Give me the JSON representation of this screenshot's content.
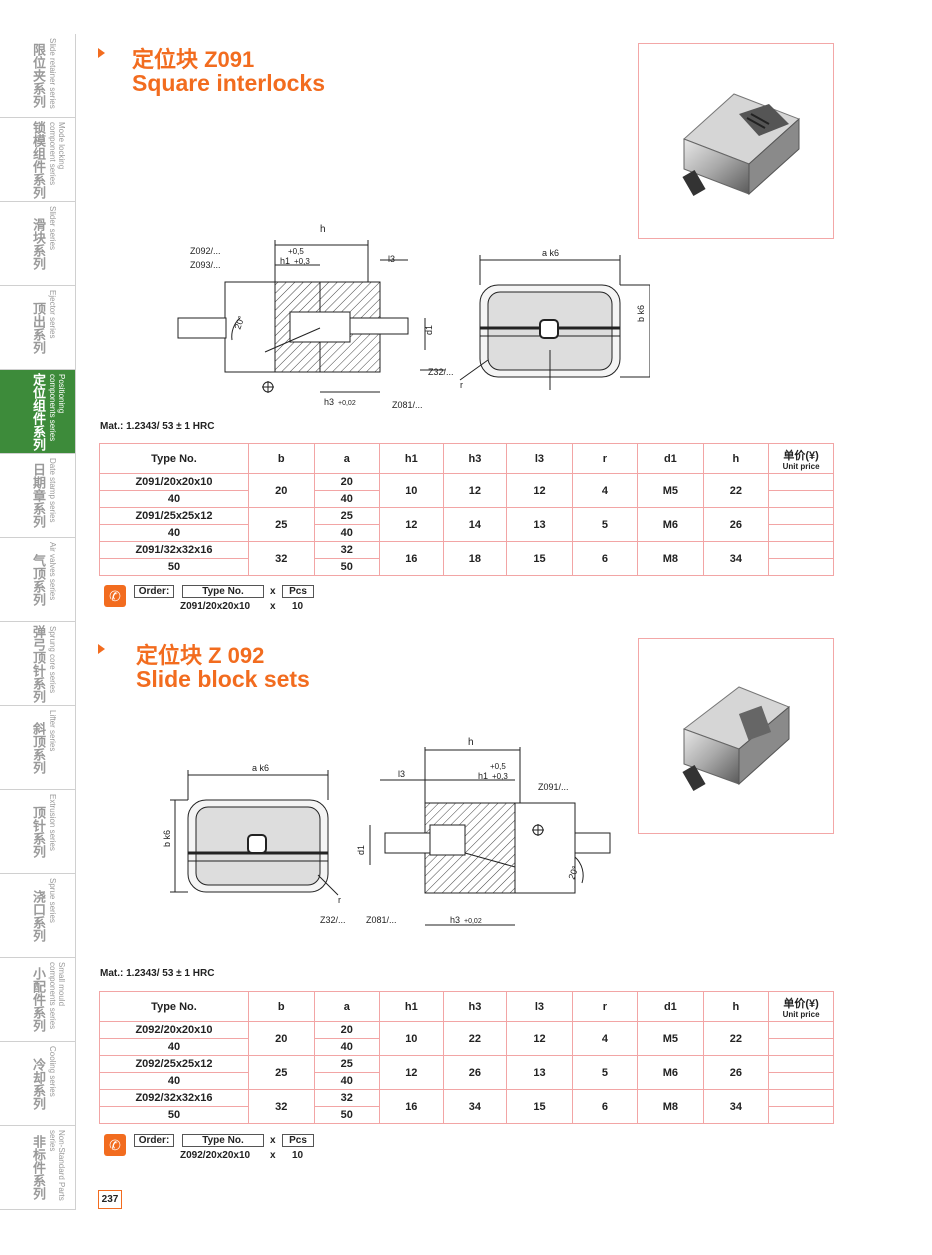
{
  "sidebar": [
    {
      "cn": "限位夹系列",
      "en": "Slide retainer series"
    },
    {
      "cn": "锁模组件系列",
      "en": "Mode locking component series"
    },
    {
      "cn": "滑块系列",
      "en": "Slider series"
    },
    {
      "cn": "顶出系列",
      "en": "Ejector series"
    },
    {
      "cn": "定位组件系列",
      "en": "Positioning components series"
    },
    {
      "cn": "日期章系列",
      "en": "Date stamp series"
    },
    {
      "cn": "气顶系列",
      "en": "Air valves series"
    },
    {
      "cn": "弹弓顶针系列",
      "en": "Sprung core series"
    },
    {
      "cn": "斜顶系列",
      "en": "Lifter series"
    },
    {
      "cn": "顶针系列",
      "en": "Extrusion series"
    },
    {
      "cn": "浇口系列",
      "en": "Sprue series"
    },
    {
      "cn": "小配件系列",
      "en": "Small mould components series"
    },
    {
      "cn": "冷却系列",
      "en": "Cooling series"
    },
    {
      "cn": "非标件系列",
      "en": "Non-Standard Parts series"
    }
  ],
  "colors": {
    "accent": "#f26c1f",
    "active_tab": "#3d8b3a",
    "grid": "#f2a5a5"
  },
  "section1": {
    "title_cn": "定位块 Z091",
    "title_en": "Square interlocks",
    "drawing": {
      "h": "h",
      "tol": "+0,5",
      "h1": "h1",
      "h1tol": "+0,3",
      "l3": "l3",
      "d1": "d1",
      "h3": "h3",
      "h3tol": "+0,02",
      "ref1": "Z092/...",
      "ref2": "Z093/...",
      "angle": "20°",
      "z32": "Z32/...",
      "z081": "Z081/...",
      "ak6": "a k6",
      "bk6": "b k6",
      "r": "r"
    },
    "material": "Mat.: 1.2343/ 53 ± 1 HRC",
    "headers": [
      "Type No.",
      "b",
      "a",
      "h1",
      "h3",
      "l3",
      "r",
      "d1",
      "h"
    ],
    "price_header": "单价(¥)",
    "price_header_en": "Unit price",
    "rows": [
      {
        "type": "Z091/20x20x10",
        "b": "20",
        "a1": "20",
        "a2": "40",
        "h1": "10",
        "h3": "12",
        "l3": "12",
        "r": "4",
        "d1": "M5",
        "h": "22",
        "type2": "40"
      },
      {
        "type": "Z091/25x25x12",
        "b": "25",
        "a1": "25",
        "a2": "40",
        "h1": "12",
        "h3": "14",
        "l3": "13",
        "r": "5",
        "d1": "M6",
        "h": "26",
        "type2": "40"
      },
      {
        "type": "Z091/32x32x16",
        "b": "32",
        "a1": "32",
        "a2": "50",
        "h1": "16",
        "h3": "18",
        "l3": "15",
        "r": "6",
        "d1": "M8",
        "h": "34",
        "type2": "50"
      }
    ],
    "order": {
      "label": "Order:",
      "type_label": "Type No.",
      "x": "x",
      "pcs": "Pcs",
      "example": "Z091/20x20x10",
      "example_x": "x",
      "qty": "10"
    }
  },
  "section2": {
    "title_cn": "定位块  Z 092",
    "title_en": "Slide block sets",
    "drawing": {
      "h": "h",
      "tol": "+0,5",
      "h1": "h1",
      "h1tol": "+0,3",
      "l3": "l3",
      "d1": "d1",
      "h3": "h3",
      "h3tol": "+0,02",
      "ref1": "Z091/...",
      "angle": "20°",
      "z32": "Z32/...",
      "z081": "Z081/...",
      "ak6": "a k6",
      "bk6": "b k6",
      "r": "r"
    },
    "material": "Mat.: 1.2343/ 53 ± 1 HRC",
    "headers": [
      "Type No.",
      "b",
      "a",
      "h1",
      "h3",
      "l3",
      "r",
      "d1",
      "h"
    ],
    "price_header": "单价(¥)",
    "price_header_en": "Unit price",
    "rows": [
      {
        "type": "Z092/20x20x10",
        "b": "20",
        "a1": "20",
        "a2": "40",
        "h1": "10",
        "h3": "22",
        "l3": "12",
        "r": "4",
        "d1": "M5",
        "h": "22",
        "type2": "40"
      },
      {
        "type": "Z092/25x25x12",
        "b": "25",
        "a1": "25",
        "a2": "40",
        "h1": "12",
        "h3": "26",
        "l3": "13",
        "r": "5",
        "d1": "M6",
        "h": "26",
        "type2": "40"
      },
      {
        "type": "Z092/32x32x16",
        "b": "32",
        "a1": "32",
        "a2": "50",
        "h1": "16",
        "h3": "34",
        "l3": "15",
        "r": "6",
        "d1": "M8",
        "h": "34",
        "type2": "50"
      }
    ],
    "order": {
      "label": "Order:",
      "type_label": "Type No.",
      "x": "x",
      "pcs": "Pcs",
      "example": "Z092/20x20x10",
      "example_x": "x",
      "qty": "10"
    }
  },
  "page_number": "237"
}
